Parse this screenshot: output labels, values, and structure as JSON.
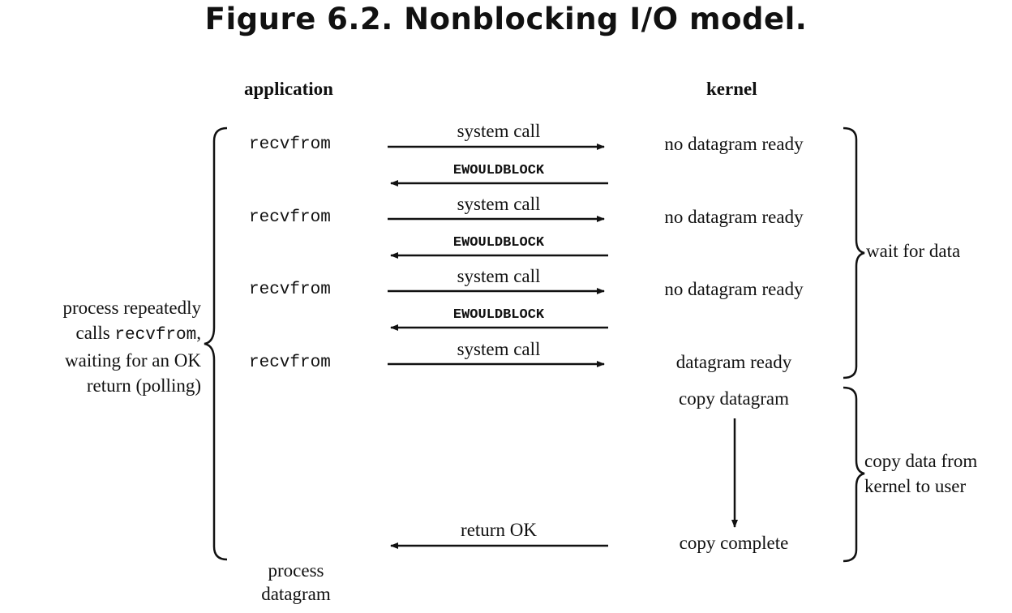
{
  "title": "Figure 6.2. Nonblocking I/O model.",
  "headers": {
    "application": "application",
    "kernel": "kernel"
  },
  "rows": [
    {
      "app_call": "recvfrom",
      "forward_label": "system call",
      "kernel_state": "no datagram ready",
      "reply_label": "EWOULDBLOCK"
    },
    {
      "app_call": "recvfrom",
      "forward_label": "system call",
      "kernel_state": "no datagram ready",
      "reply_label": "EWOULDBLOCK"
    },
    {
      "app_call": "recvfrom",
      "forward_label": "system call",
      "kernel_state": "no datagram ready",
      "reply_label": "EWOULDBLOCK"
    },
    {
      "app_call": "recvfrom",
      "forward_label": "system call",
      "kernel_state": "datagram ready"
    }
  ],
  "kernel_copy": {
    "start": "copy datagram",
    "end": "copy complete"
  },
  "return_label": "return OK",
  "process_datagram": {
    "line1": "process",
    "line2": "datagram"
  },
  "left_note": {
    "line1": "process repeatedly",
    "line2_prefix": "calls ",
    "line2_code": "recvfrom",
    "line2_suffix": ",",
    "line3": "waiting for an OK",
    "line4": "return (polling)"
  },
  "phases": {
    "wait": "wait for data",
    "copy_line1": "copy data from",
    "copy_line2": "kernel to user"
  }
}
